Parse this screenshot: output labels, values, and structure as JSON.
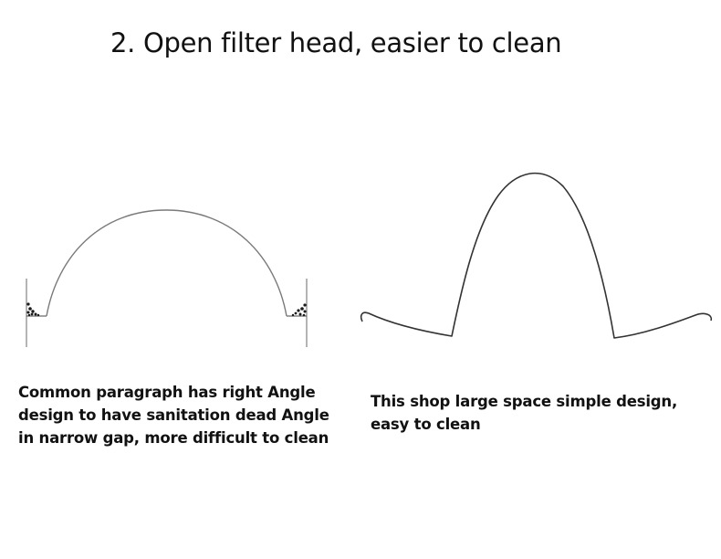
{
  "title": "2. Open filter head, easier to clean",
  "left_caption": {
    "lines": [
      "Common paragraph has right Angle",
      "design to have sanitation dead Angle",
      "in narrow gap, more difficult to clean"
    ]
  },
  "right_caption": {
    "lines": [
      "This shop large space simple design,",
      "easy to clean"
    ]
  },
  "colors": {
    "stroke_light": "#7a7a7a",
    "stroke_dark": "#333333",
    "text": "#111111"
  }
}
